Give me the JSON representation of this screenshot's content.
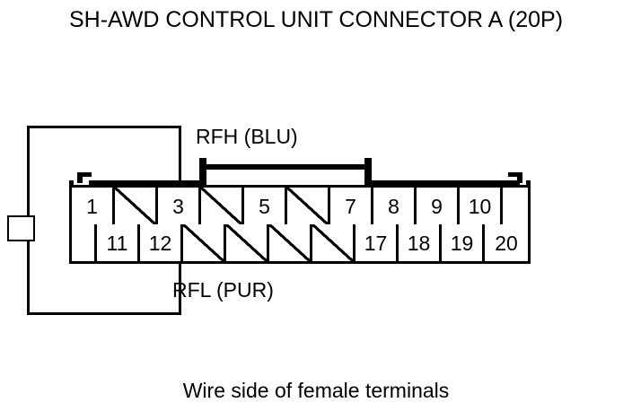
{
  "title": "SH-AWD CONTROL UNIT CONNECTOR A (20P)",
  "caption": "Wire side of female terminals",
  "colors": {
    "ink": "#000000",
    "background": "#ffffff"
  },
  "labels": {
    "rfh": "RFH (BLU)",
    "rfl": "RFL (PUR)"
  },
  "connector": {
    "name": "SH-AWD CONTROL UNIT CONNECTOR A",
    "pin_count": "20P",
    "top_row": [
      {
        "label": "1",
        "blank": false,
        "width": 48
      },
      {
        "label": "",
        "blank": true,
        "width": 48
      },
      {
        "label": "3",
        "blank": false,
        "width": 48
      },
      {
        "label": "",
        "blank": true,
        "width": 48
      },
      {
        "label": "5",
        "blank": false,
        "width": 48
      },
      {
        "label": "",
        "blank": true,
        "width": 48
      },
      {
        "label": "7",
        "blank": false,
        "width": 48
      },
      {
        "label": "8",
        "blank": false,
        "width": 48
      },
      {
        "label": "9",
        "blank": false,
        "width": 48
      },
      {
        "label": "10",
        "blank": false,
        "width": 48
      },
      {
        "label": "",
        "blank": false,
        "width": 28
      }
    ],
    "bottom_row": [
      {
        "label": "",
        "blank": false,
        "width": 28
      },
      {
        "label": "11",
        "blank": false,
        "width": 48
      },
      {
        "label": "12",
        "blank": false,
        "width": 48
      },
      {
        "label": "",
        "blank": true,
        "width": 48
      },
      {
        "label": "",
        "blank": true,
        "width": 48
      },
      {
        "label": "",
        "blank": true,
        "width": 48
      },
      {
        "label": "",
        "blank": true,
        "width": 48
      },
      {
        "label": "17",
        "blank": false,
        "width": 48
      },
      {
        "label": "18",
        "blank": false,
        "width": 48
      },
      {
        "label": "19",
        "blank": false,
        "width": 48
      },
      {
        "label": "20",
        "blank": false,
        "width": 48
      }
    ]
  }
}
